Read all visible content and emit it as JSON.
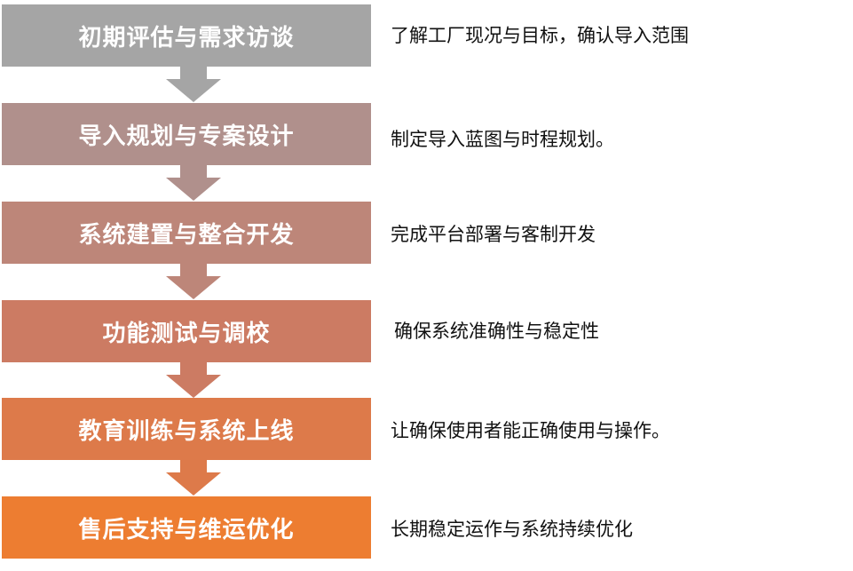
{
  "steps": [
    {
      "title": "初期评估与需求访谈",
      "desc": "了解工厂现况与目标，确认导入范围",
      "color": "#a5a5a5"
    },
    {
      "title": "导入规划与专案设计",
      "desc": "制定导入蓝图与时程规划。",
      "color": "#b0908c"
    },
    {
      "title": "系统建置与整合开发",
      "desc": "完成平台部署与客制开发",
      "color": "#bd8679"
    },
    {
      "title": "功能测试与调校",
      "desc": "确保系统准确性与稳定性",
      "color": "#cc7b63"
    },
    {
      "title": "教育训练与系统上线",
      "desc": "让确保使用者能正确使用与操作。",
      "color": "#dd7a4a"
    },
    {
      "title": "售后支持与维运优化",
      "desc": "长期稳定运作与系统持续优化",
      "color": "#ed7d31"
    }
  ]
}
